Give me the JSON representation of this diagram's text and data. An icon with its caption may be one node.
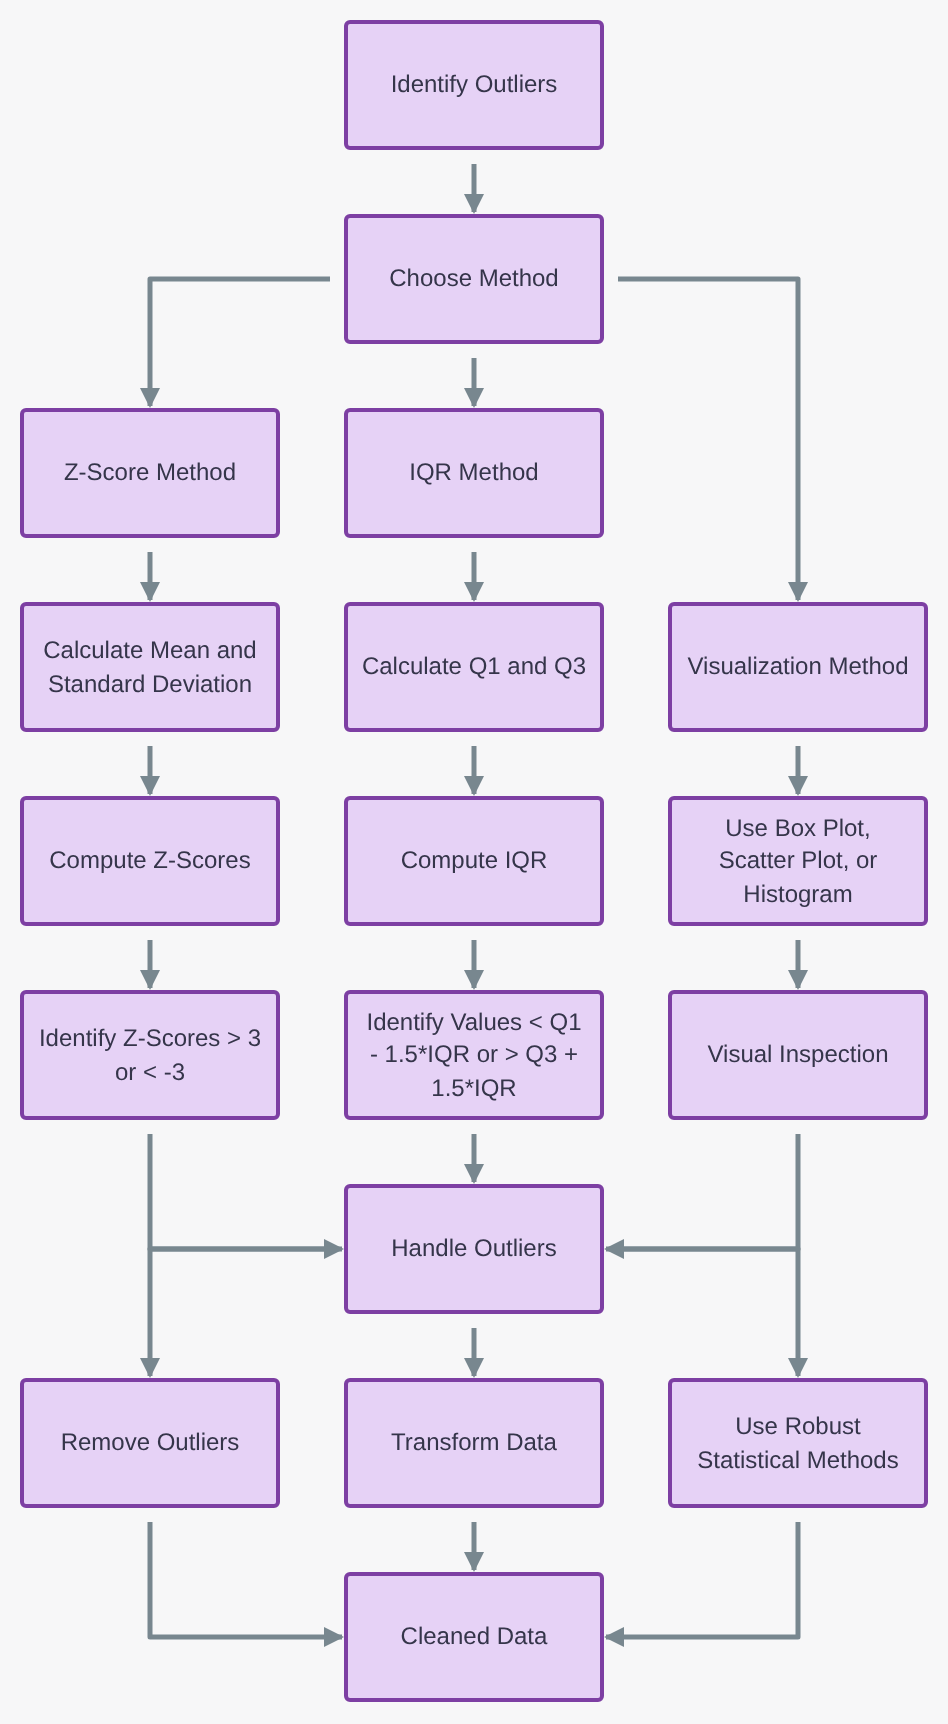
{
  "diagram": {
    "nodes": [
      {
        "text": [
          "Identify Outliers"
        ]
      },
      {
        "text": [
          "Choose Method"
        ]
      },
      {
        "text": [
          "Z-Score Method"
        ]
      },
      {
        "text": [
          "IQR Method"
        ]
      },
      {
        "text": [
          "Calculate Mean and Standard Deviation"
        ]
      },
      {
        "text": [
          "Calculate Q1 and Q3"
        ]
      },
      {
        "text": [
          "Visualization Method"
        ]
      },
      {
        "text": [
          "Compute Z-Scores"
        ]
      },
      {
        "text": [
          "Compute IQR"
        ]
      },
      {
        "text": [
          "Use Box Plot, Scatter Plot, or Histogram"
        ]
      },
      {
        "text": [
          "Identify Z-Scores > 3 or < -3"
        ]
      },
      {
        "text": [
          "Identify Values < Q1 - 1.5*IQR or > Q3 + 1.5*IQR"
        ]
      },
      {
        "text": [
          "Visual Inspection"
        ]
      },
      {
        "text": [
          "Handle Outliers"
        ]
      },
      {
        "text": [
          "Remove Outliers"
        ]
      },
      {
        "text": [
          "Transform Data"
        ]
      },
      {
        "text": [
          "Use Robust Statistical Methods"
        ]
      },
      {
        "text": [
          "Cleaned Data"
        ]
      }
    ],
    "edges": [
      {
        "from": 0,
        "to": 1,
        "arrow": "to"
      },
      {
        "from": 1,
        "to": 2,
        "arrow": "to"
      },
      {
        "from": 1,
        "to": 3,
        "arrow": "to"
      },
      {
        "from": 1,
        "to": 6,
        "arrow": "to"
      },
      {
        "from": 2,
        "to": 4,
        "arrow": "to"
      },
      {
        "from": 3,
        "to": 5,
        "arrow": "to"
      },
      {
        "from": 4,
        "to": 7,
        "arrow": "to"
      },
      {
        "from": 5,
        "to": 8,
        "arrow": "to"
      },
      {
        "from": 6,
        "to": 9,
        "arrow": "to"
      },
      {
        "from": 7,
        "to": 10,
        "arrow": "to"
      },
      {
        "from": 8,
        "to": 11,
        "arrow": "to"
      },
      {
        "from": 9,
        "to": 12,
        "arrow": "to"
      },
      {
        "from": 10,
        "to": 13,
        "arrow": "to"
      },
      {
        "from": 11,
        "to": 13,
        "arrow": "to"
      },
      {
        "from": 12,
        "to": 13,
        "arrow": "to"
      },
      {
        "from": 13,
        "to": 14,
        "arrow": "to"
      },
      {
        "from": 13,
        "to": 15,
        "arrow": "to"
      },
      {
        "from": 13,
        "to": 16,
        "arrow": "to"
      },
      {
        "from": 14,
        "to": 17,
        "arrow": "to"
      },
      {
        "from": 15,
        "to": 17,
        "arrow": "to"
      },
      {
        "from": 16,
        "to": 17,
        "arrow": "to"
      }
    ]
  }
}
